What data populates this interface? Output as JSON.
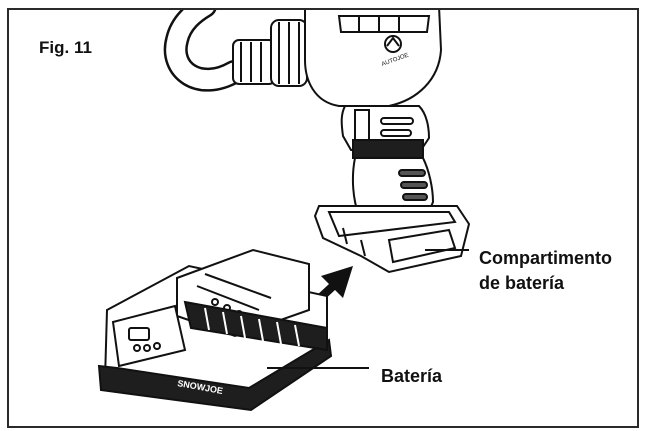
{
  "figure": {
    "label": "Fig. 11"
  },
  "labels": {
    "compartment_line1": "Compartimento",
    "compartment_line2": "de batería",
    "battery": "Batería"
  },
  "device": {
    "logo_text": "AUTOJOE"
  },
  "battery_pack": {
    "brand_text": "SNOWJOE"
  },
  "colors": {
    "ink": "#111111",
    "frame": "#2a2a2a",
    "band_dark": "#1e1e1e"
  },
  "icons": {
    "insert_direction": "arrow-up-right-icon"
  }
}
